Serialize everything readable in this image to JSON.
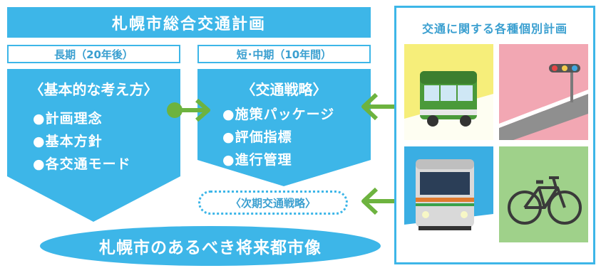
{
  "title": "札幌市総合交通計画",
  "long_term": {
    "label": "長期（20年後）",
    "heading": "〈基本的な考え方〉",
    "items": [
      "●計画理念",
      "●基本方針",
      "●各交通モード"
    ]
  },
  "mid_term": {
    "label": "短･中期（10年間）",
    "heading": "〈交通戦略〉",
    "items": [
      "●施策パッケージ",
      "●評価指標",
      "●進行管理"
    ]
  },
  "next_strategy": "〈次期交通戦略〉",
  "vision": "札幌市のあるべき将来都市像",
  "individual_plans": {
    "title": "交通に関する各種個別計画",
    "tiles": [
      {
        "icon": "bus-icon",
        "color": "#f6ee7a"
      },
      {
        "icon": "road-traffic-light-icon",
        "color": "#f2a7b3"
      },
      {
        "icon": "train-icon",
        "color": "#3aaee3"
      },
      {
        "icon": "bicycle-icon",
        "color": "#9fd18a"
      }
    ]
  },
  "colors": {
    "primary_blue": "#3db6e8",
    "label_blue": "#3a9fd0",
    "arrow_green": "#6db33f"
  }
}
